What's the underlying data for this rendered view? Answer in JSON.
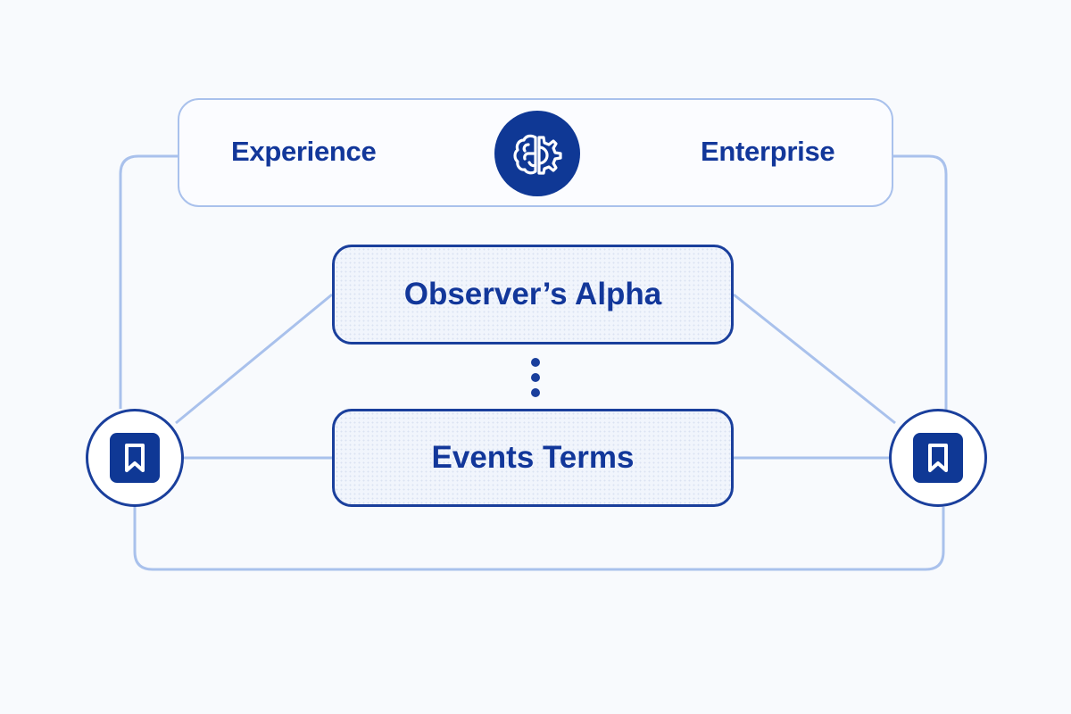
{
  "diagram": {
    "top": {
      "left_label": "Experience",
      "right_label": "Enterprise",
      "hub_icon": "brain-gear-icon"
    },
    "cards": [
      {
        "label": "Observer’s Alpha"
      },
      {
        "label": "Events Terms"
      }
    ],
    "nodes": {
      "left_icon": "bookmark-icon",
      "right_icon": "bookmark-icon"
    },
    "colors": {
      "primary": "#0f3895",
      "text": "#12379a",
      "line": "#a9c1ec",
      "background": "#f8fafd"
    }
  }
}
